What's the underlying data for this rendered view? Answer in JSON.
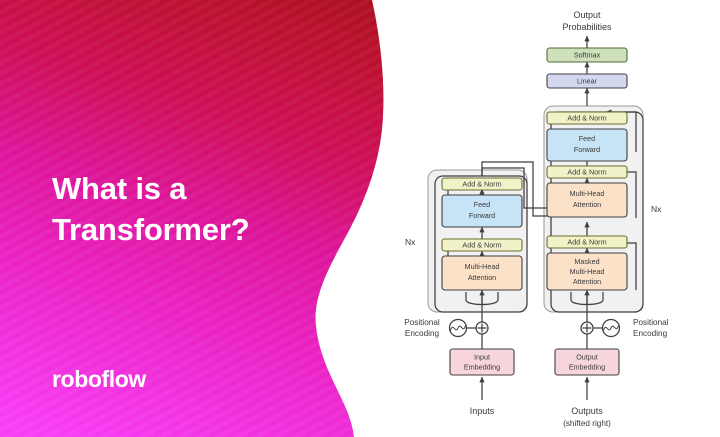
{
  "slide": {
    "title_line1": "What is a",
    "title_line2": "Transformer?",
    "brand": "roboflow",
    "background": {
      "gradient_from": "#b3101f",
      "gradient_mid": "#d8127a",
      "gradient_to": "#f63cf2",
      "panel_shape": "wave"
    },
    "title_color": "#ffffff"
  },
  "diagram": {
    "name": "transformer-architecture",
    "top_label_line1": "Output",
    "top_label_line2": "Probabilities",
    "softmax": "Softmax",
    "linear": "Linear",
    "encoder": {
      "nx": "Nx",
      "add_norm_top": "Add & Norm",
      "feed_forward_line1": "Feed",
      "feed_forward_line2": "Forward",
      "add_norm_bottom": "Add & Norm",
      "attention_line1": "Multi-Head",
      "attention_line2": "Attention",
      "positional_line1": "Positional",
      "positional_line2": "Encoding",
      "embedding_line1": "Input",
      "embedding_line2": "Embedding",
      "input_label": "Inputs"
    },
    "decoder": {
      "nx": "Nx",
      "add_norm_top": "Add & Norm",
      "feed_forward_line1": "Feed",
      "feed_forward_line2": "Forward",
      "add_norm_mid": "Add & Norm",
      "cross_attention_line1": "Multi-Head",
      "cross_attention_line2": "Attention",
      "add_norm_bottom": "Add & Norm",
      "masked_attention_line1": "Masked",
      "masked_attention_line2": "Multi-Head",
      "masked_attention_line3": "Attention",
      "positional_line1": "Positional",
      "positional_line2": "Encoding",
      "embedding_line1": "Output",
      "embedding_line2": "Embedding",
      "output_label_line1": "Outputs",
      "output_label_line2": "(shifted right)"
    },
    "colors": {
      "softmax": "#cfe0bc",
      "linear": "#d4d8ef",
      "add_norm": "#f2f2c8",
      "feed_forward": "#c6e4f5",
      "attention": "#fbe1c8",
      "embedding": "#f7d6db",
      "stack_fill": "#f0f0f0",
      "stroke": "#4a4a4a"
    }
  }
}
